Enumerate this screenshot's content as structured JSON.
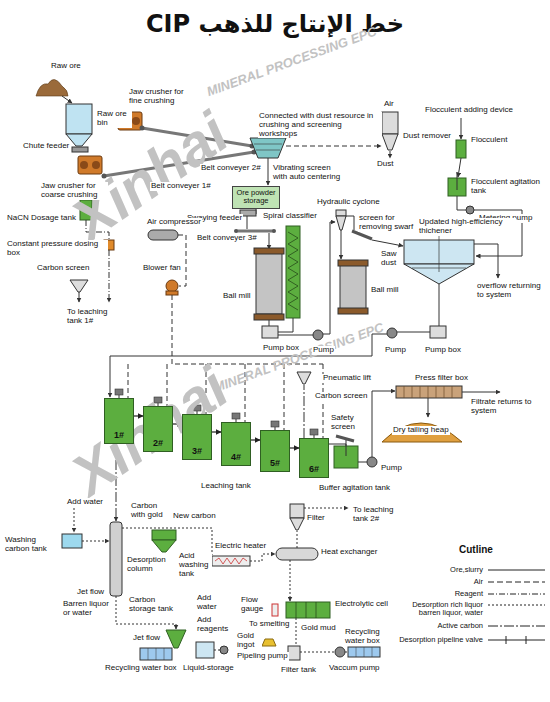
{
  "diagram": {
    "title": "خط الإنتاج للذهب CIP",
    "nodes": [
      {
        "text": [
          "Ore powder storage"
        ]
      },
      {
        "text": [
          "1#"
        ]
      },
      {
        "text": [
          "2#"
        ]
      },
      {
        "text": [
          "3#"
        ]
      },
      {
        "text": [
          "4#"
        ]
      },
      {
        "text": [
          "5#"
        ]
      },
      {
        "text": [
          "6#"
        ]
      }
    ],
    "edges": [
      {
        "from": 1,
        "to": 2,
        "arrow": "to"
      },
      {
        "from": 2,
        "to": 3,
        "arrow": "to"
      },
      {
        "from": 3,
        "to": 4,
        "arrow": "to"
      },
      {
        "from": 4,
        "to": 5,
        "arrow": "to"
      },
      {
        "from": 5,
        "to": 6,
        "arrow": "to"
      }
    ],
    "labels": [
      "Xinhai",
      "MINERAL PROCESSING EPC",
      "Xinhai",
      "MINERAL PROCESSING EPC",
      "Raw ore",
      "Raw ore bin",
      "Chute feeder",
      "Jaw crusher for fine crushing",
      "Jaw crusher for coarse crushing",
      "Belt conveyer 1#",
      "Belt conveyer 2#",
      "Connected with dust resource in crushing and screening workshops",
      "Air",
      "Dust remover",
      "Dust",
      "Flocculent adding device",
      "Flocculent",
      "Flocculent agitation tank",
      "Metering pump",
      "Vibrating screen with auto centering",
      "Swaying feeder",
      "Belt conveyer 3#",
      "Spiral classifier",
      "Hydraulic cyclone",
      "screen for removing swarf",
      "Saw dust",
      "Updated high-efficiency thichener",
      "overflow returning to system",
      "Ball mill",
      "Ball mill",
      "Pump box",
      "Pump",
      "Pump",
      "Pump box",
      "NaCN Dosage tank",
      "Constant pressure dosing box",
      "Carbon screen",
      "Air compressor",
      "To leaching tank 1#",
      "Blower fan",
      "Pneumatic lift",
      "Press filter box",
      "Carbon screen",
      "Safety screen",
      "Filtrate returns to system",
      "Dry tailing heap",
      "Leaching tank",
      "Buffer agitation tank",
      "Pump",
      "Add water",
      "Washing carbon tank",
      "Carbon with gold",
      "New carbon",
      "Desorption column",
      "Acid washing tank",
      "Electric heater",
      "Filter",
      "Heat exchanger",
      "To leaching tank 2#",
      "Jet flow",
      "Barren liquor or water",
      "Carbon storage tank",
      "Add water",
      "Add reagents",
      "Flow gauge",
      "Electrolytic cell",
      "To smelting",
      "Gold ingot",
      "Gold mud",
      "Jet flow",
      "Recycling water box",
      "Liquid-storage",
      "Pipeling pump",
      "Filter tank",
      "Vaccum pump",
      "Recycling water box",
      "Cutline"
    ],
    "legend": [
      {
        "text": "Ore,slurry"
      },
      {
        "text": "Air"
      },
      {
        "text": "Reagent"
      },
      {
        "text": "Desorption rich liquor barren liquor, water"
      },
      {
        "text": "Active carbon"
      },
      {
        "text": "Desorption pipeline valve"
      }
    ]
  }
}
